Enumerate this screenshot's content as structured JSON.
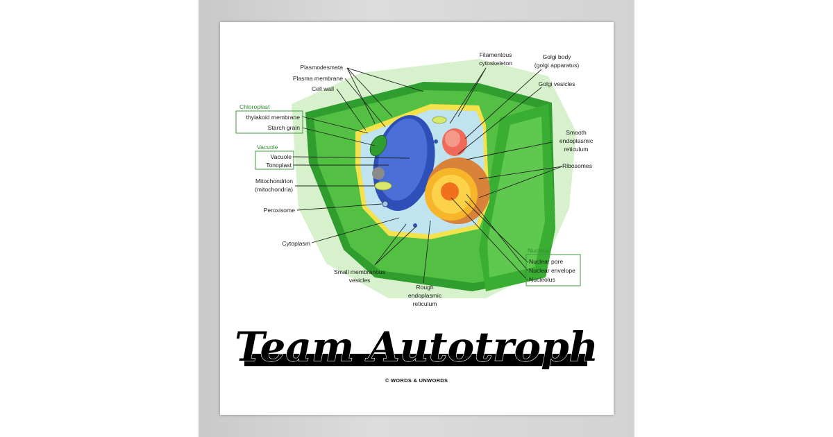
{
  "labels": {
    "plasmodesmata": "Plasmodesmata",
    "plasma_membrane": "Plasma membrane",
    "cell_wall": "Cell wall",
    "filamentous": [
      "Filamentous",
      "cytoskeleton"
    ],
    "golgi_body": [
      "Golgi body",
      "(golgi apparatus)"
    ],
    "golgi_vesicles": "Golgi vesicles",
    "smooth_er": [
      "Smooth",
      "endoplasmic",
      "reticulum"
    ],
    "ribosomes": "Ribosomes",
    "mitochondrion": [
      "Mitochondrion",
      "(mitochondria)"
    ],
    "peroxisome": "Peroxisome",
    "cytoplasm": "Cytoplasm",
    "small_vesicles": [
      "Small membranous",
      "vesicles"
    ],
    "rough_er": [
      "Rough",
      "endoplasmic",
      "reticulum"
    ]
  },
  "groups": {
    "chloroplast": {
      "title": "Chloroplast",
      "items": [
        "thylakoid membrane",
        "Starch grain"
      ]
    },
    "vacuole": {
      "title": "Vacuole",
      "items": [
        "Vacuole",
        "Tonoplast"
      ]
    },
    "nucleus": {
      "title": "Nucleus",
      "items": [
        "Nuclear pore",
        "Nuclear envelope",
        "Nucleolus"
      ]
    }
  },
  "title": "Team Autotroph",
  "copyright": "© WORDS & UNWORDS",
  "colors": {
    "cell_wall_dark": "#2f9e2f",
    "cell_wall_light": "#4cbf3c",
    "background_glow": "#cfeec0",
    "cytoplasm": "#bfe3ef",
    "vacuole": "#3f5fc4",
    "membrane": "#f4e24a",
    "nucleus": "#f29a1c",
    "golgi": "#f06a5a",
    "group_label": "#2e8b2e"
  }
}
